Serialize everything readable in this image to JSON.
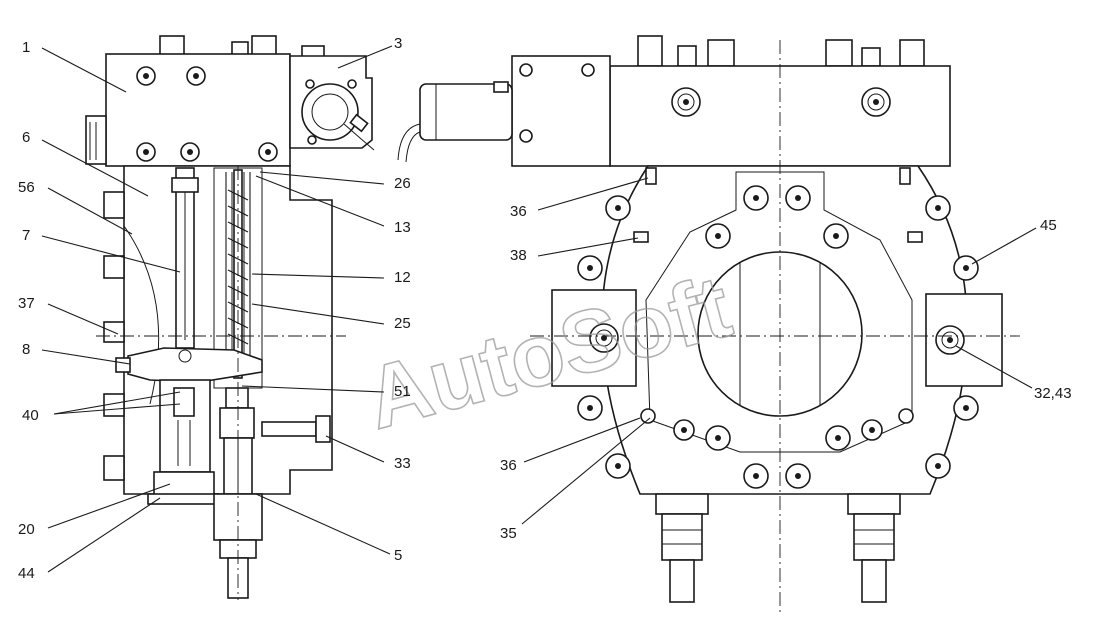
{
  "watermark": "AutoSoft",
  "callouts": [
    {
      "id": "1",
      "text": "1"
    },
    {
      "id": "3",
      "text": "3"
    },
    {
      "id": "6",
      "text": "6"
    },
    {
      "id": "56",
      "text": "56"
    },
    {
      "id": "7",
      "text": "7"
    },
    {
      "id": "37",
      "text": "37"
    },
    {
      "id": "8",
      "text": "8"
    },
    {
      "id": "40",
      "text": "40"
    },
    {
      "id": "20",
      "text": "20"
    },
    {
      "id": "44",
      "text": "44"
    },
    {
      "id": "26",
      "text": "26"
    },
    {
      "id": "13",
      "text": "13"
    },
    {
      "id": "12",
      "text": "12"
    },
    {
      "id": "25",
      "text": "25"
    },
    {
      "id": "51",
      "text": "51"
    },
    {
      "id": "33",
      "text": "33"
    },
    {
      "id": "5",
      "text": "5"
    },
    {
      "id": "36a",
      "text": "36"
    },
    {
      "id": "38",
      "text": "38"
    },
    {
      "id": "36b",
      "text": "36"
    },
    {
      "id": "35",
      "text": "35"
    },
    {
      "id": "45",
      "text": "45"
    },
    {
      "id": "3243",
      "text": "32,43"
    }
  ]
}
